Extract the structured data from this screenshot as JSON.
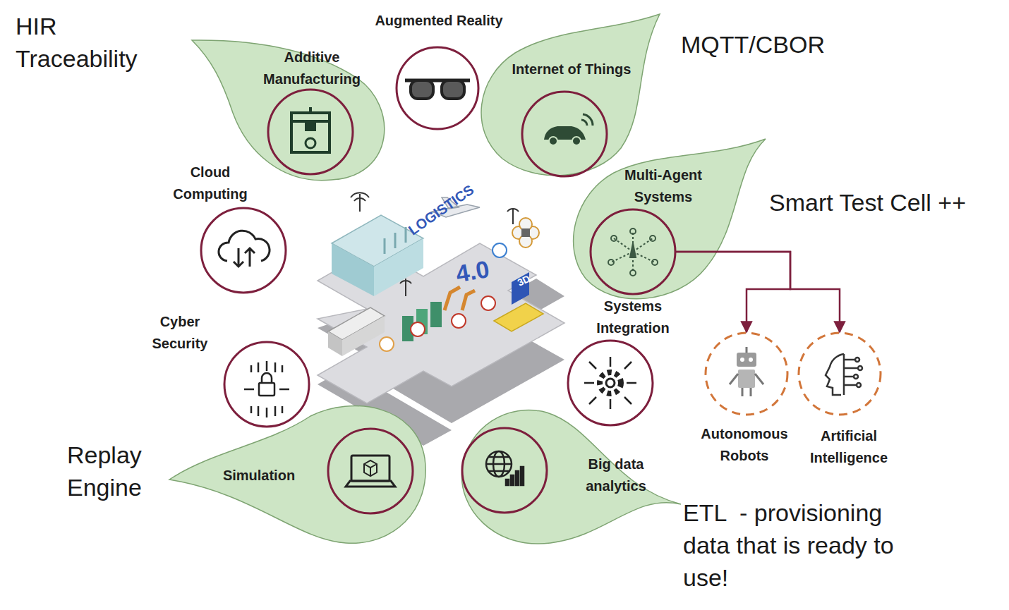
{
  "diagram": {
    "nodes": [
      {
        "text": [
          "Augmented Reality"
        ]
      },
      {
        "text": [
          "Additive Manufacturing"
        ]
      },
      {
        "text": [
          "Internet of Things"
        ]
      },
      {
        "text": [
          "Multi-Agent Systems"
        ]
      },
      {
        "text": [
          "Cloud Computing"
        ]
      },
      {
        "text": [
          "Systems Integration"
        ]
      },
      {
        "text": [
          "Cyber Security"
        ]
      },
      {
        "text": [
          "Autonomous Robots"
        ]
      },
      {
        "text": [
          "Artificial Intelligence"
        ]
      },
      {
        "text": [
          "Simulation"
        ]
      },
      {
        "text": [
          "Big data analytics"
        ]
      }
    ],
    "edges": [
      {
        "from": 3,
        "to": 7,
        "arrow": "to"
      },
      {
        "from": 3,
        "to": 8,
        "arrow": "to"
      }
    ],
    "labels": [
      "HIR Traceability",
      "MQTT/CBOR",
      "Smart Test Cell ++",
      "LOGISTICS",
      "4.0",
      "3D",
      "Replay Engine",
      "ETL  - provisioning data that is ready to use!"
    ]
  }
}
